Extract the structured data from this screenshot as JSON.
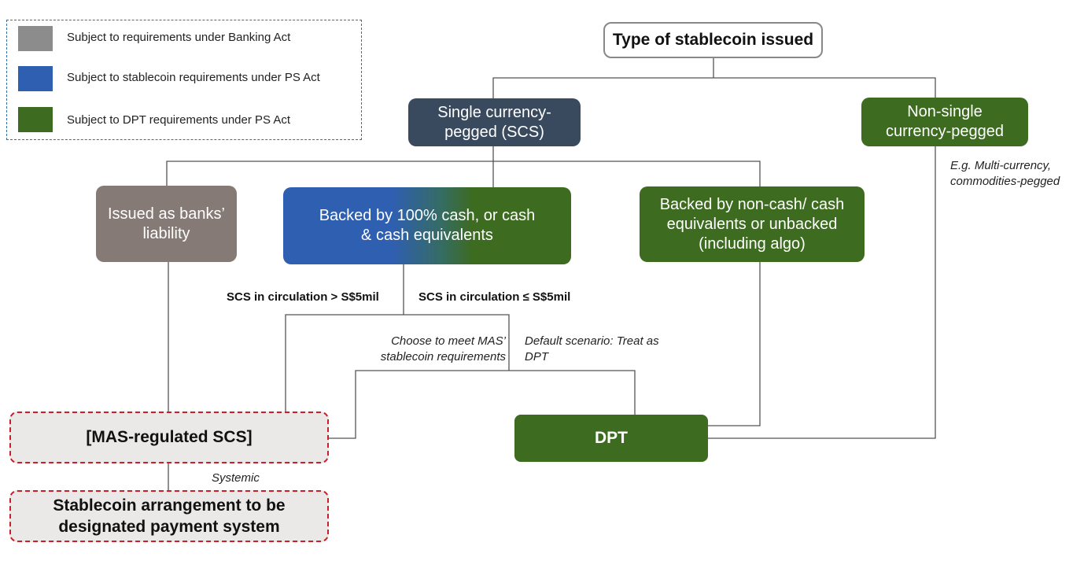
{
  "legend": {
    "items": [
      {
        "label": "Subject to requirements under Banking Act",
        "color": "#8c8c8c"
      },
      {
        "label": "Subject to stablecoin requirements under PS Act",
        "color": "#2f5fb0"
      },
      {
        "label": "Subject to DPT requirements under PS Act",
        "color": "#3d6b1f"
      }
    ]
  },
  "nodes": {
    "root": "Type of stablecoin issued",
    "scs": "Single currency-pegged (SCS)",
    "nscs": "Non-single currency-pegged",
    "bank": "Issued as banks’ liability",
    "cash": "Backed by 100% cash, or cash & cash equivalents",
    "noncash": "Backed by non-cash/ cash equivalents or unbacked (including algo)",
    "mas": "[MAS-regulated SCS]",
    "dpt": "DPT",
    "designated": "Stablecoin arrangement to be designated payment system"
  },
  "labels": {
    "gt5": "SCS in circulation > S$5mil",
    "le5": "SCS in circulation ≤ S$5mil",
    "choose": "Choose to meet MAS’ stablecoin requirements",
    "default": "Default scenario: Treat as DPT",
    "eg": "E.g. Multi-currency, commodities-pegged",
    "systemic": "Systemic"
  }
}
